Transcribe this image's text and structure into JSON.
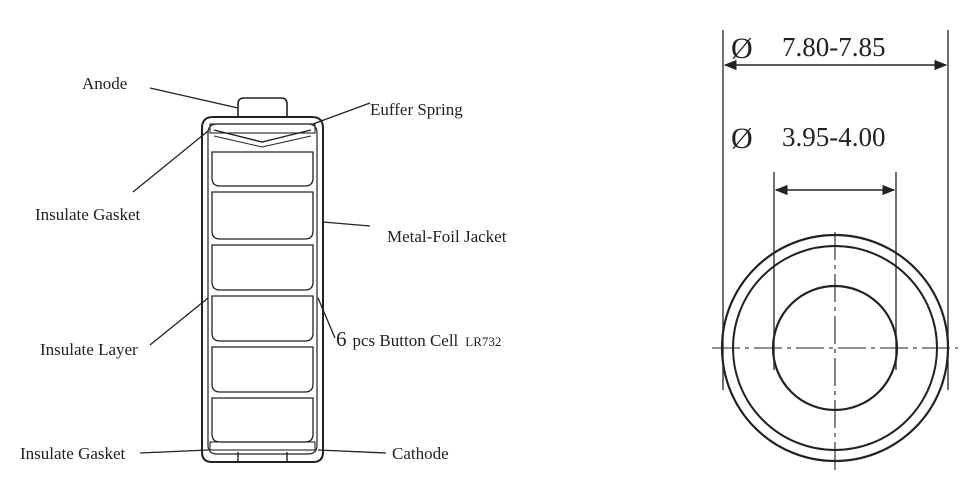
{
  "labels": {
    "anode": "Anode",
    "buffer_spring": "Euffer Spring",
    "insulate_gasket_top": "Insulate Gasket",
    "metal_foil_jacket": "Metal-Foil Jacket",
    "insulate_layer": "Insulate Layer",
    "button_cell_count": "6",
    "button_cell_text": "pcs Button Cell",
    "button_cell_model": "LR732",
    "insulate_gasket_bottom": "Insulate Gasket",
    "cathode": "Cathode"
  },
  "dimensions": {
    "diameter_symbol": "Ø",
    "outer_diameter": "7.80-7.85",
    "inner_diameter": "3.95-4.00"
  },
  "colors": {
    "line": "#222222",
    "fill_light": "#f4f4f4",
    "background": "#ffffff"
  }
}
